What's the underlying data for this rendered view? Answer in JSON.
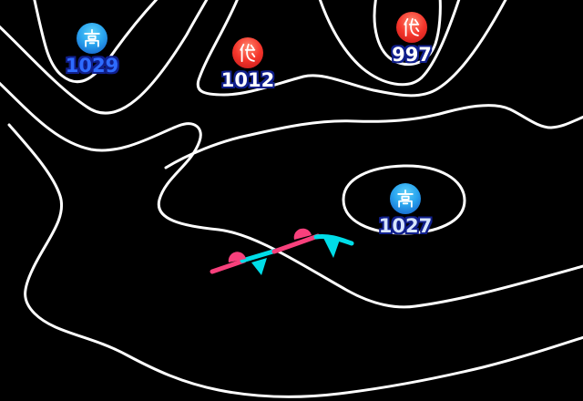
{
  "map": {
    "type": "synoptic-weather-chart",
    "background_color": "#000000",
    "isobar_color": "#ffffff",
    "pressure_centers": [
      {
        "id": "high-1029",
        "kind": "high",
        "symbol": "高",
        "value": "1029",
        "circle_color": "#2aa6ef",
        "value_color": "#2e6bff",
        "outline_color": "#101f8c"
      },
      {
        "id": "low-1012",
        "kind": "low",
        "symbol": "低",
        "value": "1012",
        "circle_color": "#f5352b",
        "value_color": "#ffffff",
        "outline_color": "#101f8c"
      },
      {
        "id": "low-997",
        "kind": "low",
        "symbol": "低",
        "value": "997",
        "circle_color": "#f5352b",
        "value_color": "#ffffff",
        "outline_color": "#101f8c"
      },
      {
        "id": "high-1027",
        "kind": "high",
        "symbol": "高",
        "value": "1027",
        "circle_color": "#2aa6ef",
        "value_color": "#d6e4ff",
        "outline_color": "#101f8c"
      }
    ],
    "front": {
      "type": "stationary-front",
      "warm_color": "#f8407c",
      "cold_color": "#00dde8",
      "warm_symbol": "semicircles-up",
      "cold_symbol": "triangles-down"
    },
    "isobar_count": 9
  }
}
